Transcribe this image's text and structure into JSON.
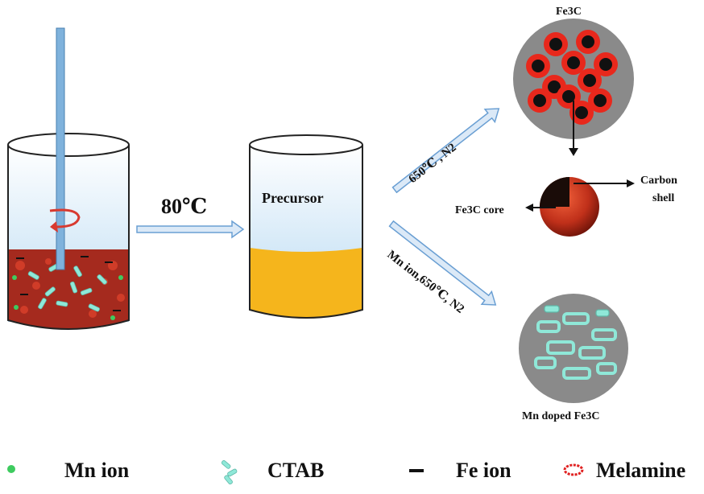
{
  "steps": {
    "heat_label": "80℃",
    "precursor_label": "Precursor",
    "route_upper": "650℃ , N2",
    "route_lower": "Mn ion,650℃, N2"
  },
  "products": {
    "fe3c_top": "Fe3C",
    "carbon_shell_line1": "Carbon",
    "carbon_shell_line2": "shell",
    "fe3c_core": "Fe3C core",
    "mn_doped": "Mn doped  Fe3C"
  },
  "legend": [
    {
      "label": "Mn ion"
    },
    {
      "label": "CTAB"
    },
    {
      "label": "Fe ion"
    },
    {
      "label": "Melamine"
    }
  ],
  "colors": {
    "beaker_liquid": "#a52a1e",
    "precursor_liquid": "#f5b51c",
    "stir_rod": "#7fb2dc",
    "arrow_fill": "#dbe9f7",
    "arrow_stroke": "#6a9fd3",
    "particle_bg": "#8a8a8a",
    "fe3c_red": "#e8281c",
    "ctab_cyan": "#8fe8d8",
    "mn_green": "#3ecb5f"
  }
}
